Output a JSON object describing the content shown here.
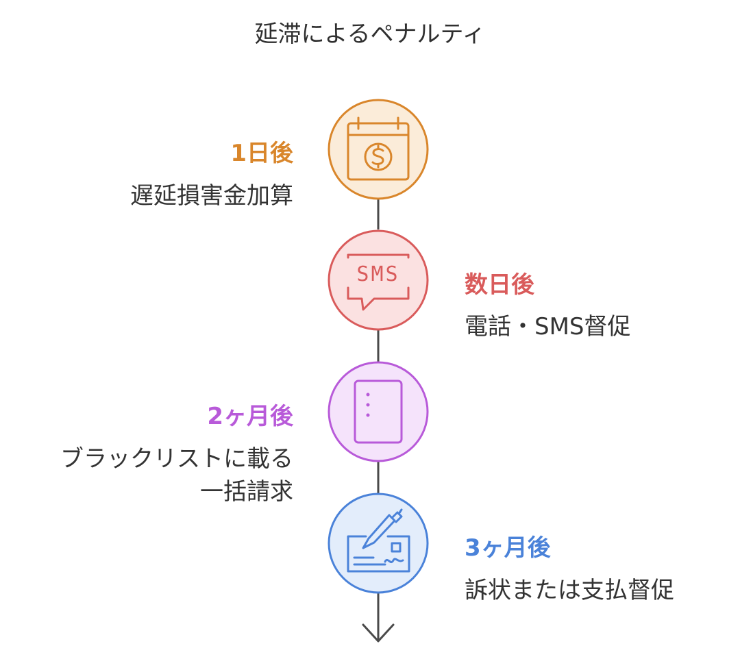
{
  "title": "延滞によるペナルティ",
  "colors": {
    "line": "#4a4a4a",
    "orange": "#d9862b",
    "red": "#d95b5b",
    "purple": "#b85ad9",
    "blue": "#4a82d9"
  },
  "steps": [
    {
      "when": "1日後",
      "what": [
        "遅延損害金加算"
      ],
      "icon": "calendar-dollar-icon",
      "color": "#d9862b",
      "fill": "#fbecd9"
    },
    {
      "when": "数日後",
      "what": [
        "電話・SMS督促"
      ],
      "icon": "sms-message-icon",
      "color": "#d95b5b",
      "fill": "#fbe1e1"
    },
    {
      "when": "2ヶ月後",
      "what": [
        "ブラックリストに載る",
        "一括請求"
      ],
      "icon": "tablet-icon",
      "color": "#b85ad9",
      "fill": "#f5e3fb"
    },
    {
      "when": "3ヶ月後",
      "what": [
        "訴状または支払督促"
      ],
      "icon": "signed-check-icon",
      "color": "#4a82d9",
      "fill": "#e3edfb"
    }
  ],
  "icons": {
    "sms_text": "SMS"
  }
}
